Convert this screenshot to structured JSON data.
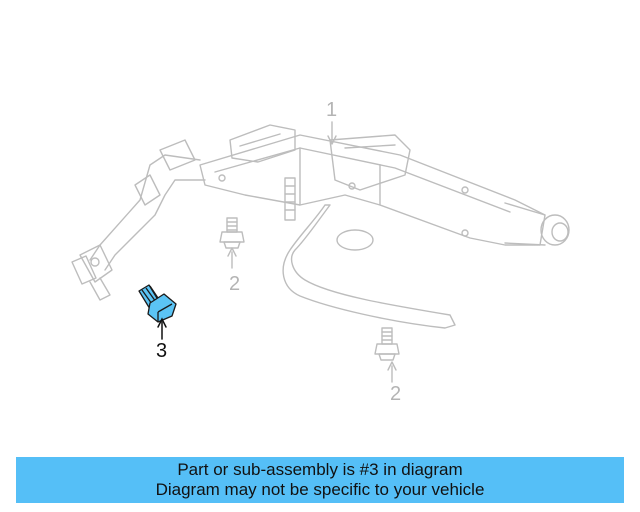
{
  "diagram": {
    "callouts": [
      {
        "label": "1",
        "highlighted": false
      },
      {
        "label": "2",
        "highlighted": false
      },
      {
        "label": "2",
        "highlighted": false
      },
      {
        "label": "3",
        "highlighted": true
      }
    ],
    "highlighted_part": "3",
    "colors": {
      "line_art": "#bdbdbd",
      "highlight_fill": "#5bc4f5",
      "highlight_stroke": "#1a1a1a"
    }
  },
  "banner": {
    "line1": "Part or sub-assembly is #3 in diagram",
    "line2": "Diagram may not be specific to your vehicle",
    "background": "#55bff7"
  }
}
